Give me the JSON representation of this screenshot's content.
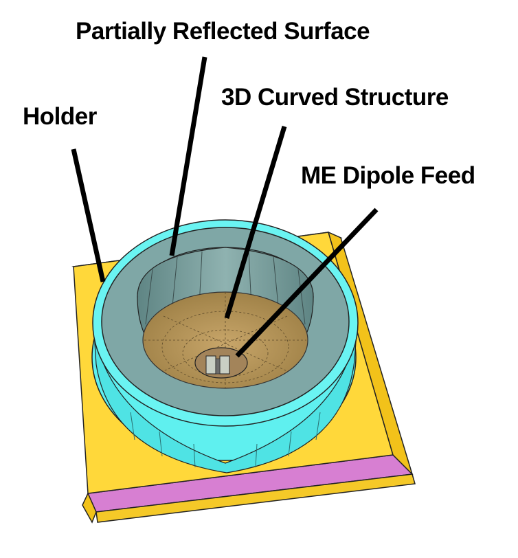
{
  "labels": {
    "partially_reflected_surface": "Partially Reflected Surface",
    "curved_structure": "3D Curved Structure",
    "holder": "Holder",
    "dipole_feed": "ME Dipole Feed"
  },
  "colors": {
    "substrate_top": "#ffd83a",
    "substrate_side": "#f2c21a",
    "substrate_layer": "#d77fd2",
    "holder_ring": "#5ff0ef",
    "holder_dark": "#3fd3d6",
    "prs_surface": "#7fa7a6",
    "prs_edge": "#3b4d4d",
    "curved_bowl": "#b49458",
    "outline": "#222222",
    "arrow": "#000000"
  },
  "icons": {
    "arrow": "arrow-line-icon"
  }
}
